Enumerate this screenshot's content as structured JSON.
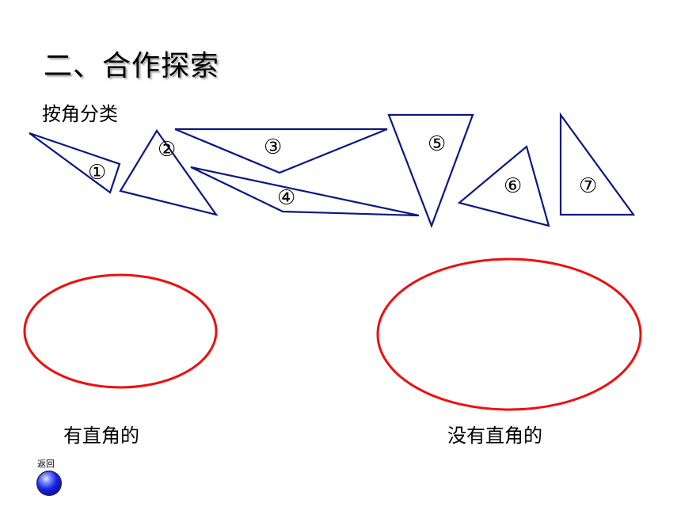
{
  "title": "二、合作探索",
  "subtitle": "按角分类",
  "triangle_labels": [
    "①",
    "②",
    "③",
    "④",
    "⑤",
    "⑥",
    "⑦"
  ],
  "categories": {
    "right_angle": "有直角的",
    "no_right_angle": "没有直角的"
  },
  "back_button": {
    "label": "返回"
  },
  "colors": {
    "triangle_stroke": "#0a1880",
    "oval_stroke": "#ee0f10",
    "back_button": "#1a22e6"
  }
}
